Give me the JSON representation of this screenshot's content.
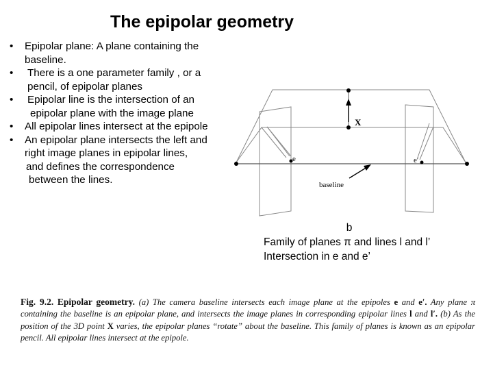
{
  "title": "The epipolar geometry",
  "bullets": [
    {
      "dot": "•",
      "text": "Epipolar plane: A plane containing the",
      "cont": "baseline."
    },
    {
      "dot": "•",
      "text": "There is a one parameter family , or a",
      "cont": "pencil, of epipolar planes"
    },
    {
      "dot": "•",
      "text": "Epipolar line is the intersection of an",
      "cont": "epipolar plane with the image plane"
    },
    {
      "dot": "•",
      "text": "All epipolar lines intersect at the epipole",
      "cont": ""
    },
    {
      "dot": "•",
      "text": "An epipolar plane intersects the left and",
      "cont": "right image planes in epipolar lines,",
      "cont2": "and defines the correspondence",
      "cont3": "between the lines."
    }
  ],
  "diagram": {
    "label_X": "X",
    "label_e": "e",
    "label_e_prime": "e′",
    "label_baseline": "baseline"
  },
  "caption_b": {
    "letter": "b",
    "line1": "Family of planes π and lines l and l’",
    "line2": "Intersection in e and e’"
  },
  "figure_caption": {
    "label": "Fig. 9.2.",
    "heading": "Epipolar geometry.",
    "part1": "(a) The camera baseline intersects each image plane at the epipoles",
    "e": "e",
    "and": "and",
    "e_prime": "e′.",
    "part2": "Any plane",
    "pi": "π",
    "part3": "containing the baseline is an epipolar plane, and intersects the image planes in corresponding epipolar lines",
    "l": "l",
    "and2": "and",
    "l_prime": "l′.",
    "part4": "(b) As the position of the 3D point",
    "X": "X",
    "part5": "varies, the epipolar planes “rotate” about the baseline. This family of planes is known as an epipolar pencil. All epipolar lines intersect at the epipole."
  }
}
